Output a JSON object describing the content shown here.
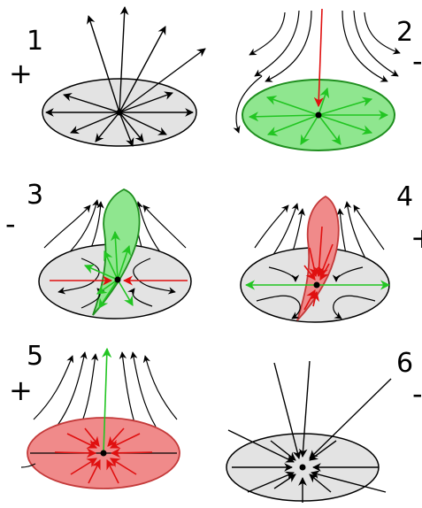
{
  "colors": {
    "gray_fill": "#e3e3e3",
    "green_fill": "#8fe68f",
    "green_stroke": "#1f8f1f",
    "green_arrow": "#22c522",
    "red_fill": "#f08a8a",
    "red_stroke": "#c43a3a",
    "red_arrow": "#e01010",
    "ink": "#000000"
  },
  "panels": [
    {
      "number": "1",
      "sign": "+",
      "disk": "gray",
      "type": "source"
    },
    {
      "number": "2",
      "sign": "-",
      "disk": "green",
      "type": "saddle-in"
    },
    {
      "number": "3",
      "sign": "-",
      "disk": "gray",
      "type": "saddle-green-sheet"
    },
    {
      "number": "4",
      "sign": "+",
      "disk": "gray",
      "type": "saddle-red-sheet"
    },
    {
      "number": "5",
      "sign": "+",
      "disk": "red",
      "type": "saddle-out"
    },
    {
      "number": "6",
      "sign": "-",
      "disk": "gray",
      "type": "sink"
    }
  ]
}
